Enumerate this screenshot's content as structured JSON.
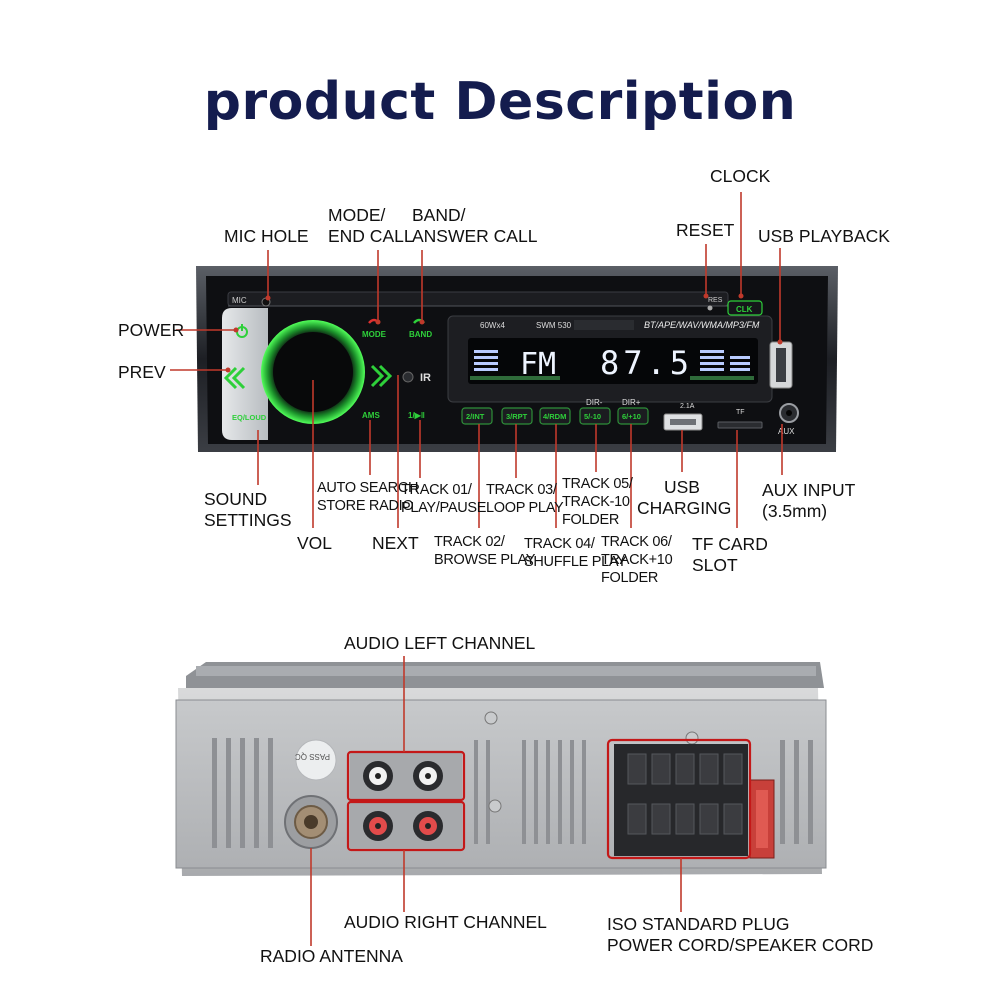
{
  "title": "product Description",
  "front": {
    "labels": {
      "clock": "CLOCK",
      "mode_line1": "MODE/",
      "mode_line2": "END CALL",
      "band_line1": "BAND/",
      "band_line2": "ANSWER CALL",
      "mic_hole": "MIC HOLE",
      "reset": "RESET",
      "usb_playback": "USB PLAYBACK",
      "power": "POWER",
      "prev": "PREV",
      "sound_line1": "SOUND",
      "sound_line2": "SETTINGS",
      "auto_line1": "AUTO SEARCH",
      "auto_line2": "STORE RADIO",
      "vol": "VOL",
      "next": "NEXT",
      "track01_line1": "TRACK 01/",
      "track01_line2": "PLAY/PAUSE",
      "track02_line1": "TRACK 02/",
      "track02_line2": "BROWSE PLAY",
      "track03_line1": "TRACK 03/",
      "track03_line2": "LOOP PLAY",
      "track04_line1": "TRACK 04/",
      "track04_line2": "SHUFFLE PLAY",
      "track05_line1": "TRACK 05/",
      "track05_line2": "TRACK-10",
      "track05_line3": "FOLDER",
      "track06_line1": "TRACK 06/",
      "track06_line2": "TRACK+10",
      "track06_line3": "FOLDER",
      "usb_line1": "USB",
      "usb_line2": "CHARGING",
      "tf_line1": "TF CARD",
      "tf_line2": "SLOT",
      "aux_line1": "AUX INPUT",
      "aux_line2": "(3.5mm)"
    },
    "device": {
      "mic": "MIC",
      "res": "RES",
      "clk": "CLK",
      "mode": "MODE",
      "band": "BAND",
      "power_spec": "60Wx4",
      "model": "SWM 530",
      "formats": "BT/APE/WAV/WMA/MP3/FM",
      "lcd_band": "FM",
      "lcd_freq": "87.5",
      "ams": "AMS",
      "eq": "EQ/LOUD",
      "play": "1/▶‖",
      "ir": "IR",
      "btn2": "2/INT",
      "btn3": "3/RPT",
      "btn4": "4/RDM",
      "btn5": "5/-10",
      "btn6": "6/+10",
      "dir_minus": "DIR-",
      "dir_plus": "DIR+",
      "usb_current": "2.1A",
      "tf": "TF",
      "aux": "AUX"
    }
  },
  "back": {
    "labels": {
      "audio_left": "AUDIO LEFT CHANNEL",
      "audio_right": "AUDIO RIGHT CHANNEL",
      "radio_antenna": "RADIO ANTENNA",
      "iso_line1": "ISO STANDARD PLUG",
      "iso_line2": "POWER CORD/SPEAKER CORD"
    },
    "sticker": "PASS QC"
  },
  "colors": {
    "title": "#141c4e",
    "pointer": "#c0392b",
    "accent_green": "#2ed03a",
    "highlight_box": "#c41818",
    "lcd_text": "#eef4ff"
  }
}
